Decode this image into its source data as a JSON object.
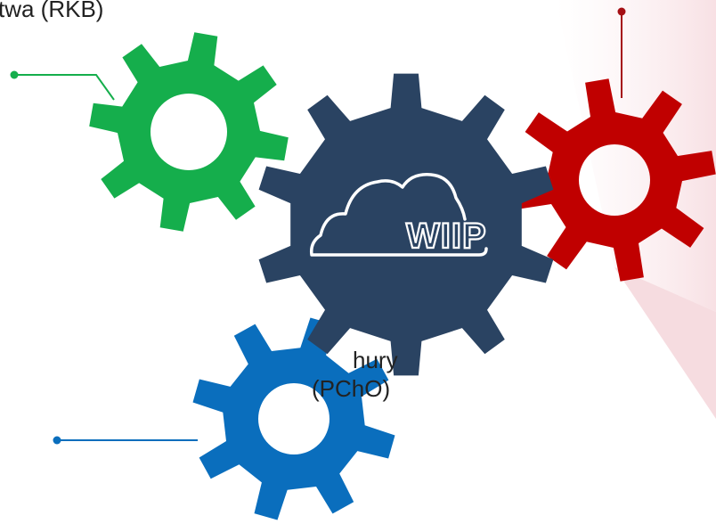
{
  "labels": {
    "rkb": "twa (RKB)",
    "pcho_line1": "hury",
    "pcho_line2": "(PChO)"
  },
  "logo": {
    "text": "WIIP"
  },
  "icons": {
    "green_gear": "gear-icon",
    "navy_gear": "gear-icon",
    "red_gear": "gear-icon",
    "blue_gear": "gear-icon",
    "cloud": "cloud-icon"
  },
  "colors": {
    "green": "#15AE4C",
    "navy": "#2A4362",
    "red": "#C00000",
    "blue": "#0A6EBD",
    "connector_green": "#15AE4C",
    "connector_red": "#A50F14",
    "connector_blue": "#0A6EBD",
    "logo_outline": "#FFFFFF",
    "background_accent": "#F9E4E6"
  }
}
